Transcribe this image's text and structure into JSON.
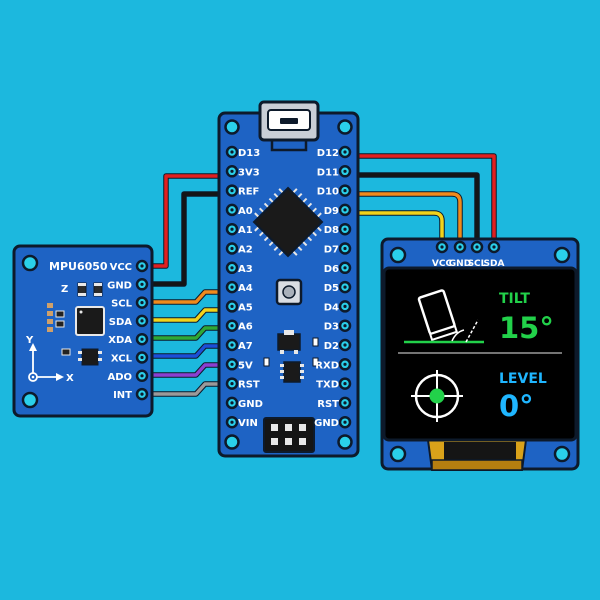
{
  "colors": {
    "background": "#1cb8de",
    "pcb": "#1e63c4",
    "pcb_outline": "#0d1a2b",
    "wire_red": "#e02020",
    "wire_black": "#151515",
    "wire_orange": "#f08a1c",
    "wire_yellow": "#f2d31b",
    "wire_green": "#2fa836",
    "wire_blue": "#1c4fd8",
    "wire_purple": "#8b3fd1",
    "wire_gray": "#9a9a9a",
    "oled_green": "#22d14a",
    "oled_cyan": "#1fb6ff"
  },
  "arduino": {
    "left_pins": [
      "D13",
      "3V3",
      "REF",
      "A0",
      "A1",
      "A2",
      "A3",
      "A4",
      "A5",
      "A6",
      "A7",
      "5V",
      "RST",
      "GND",
      "VIN"
    ],
    "right_pins": [
      "D12",
      "D11",
      "D10",
      "D9",
      "D8",
      "D7",
      "D6",
      "D5",
      "D4",
      "D3",
      "D2",
      "RXD",
      "TXD",
      "RST",
      "GND"
    ]
  },
  "mpu": {
    "title": "MPU6050",
    "pins": [
      "VCC",
      "GND",
      "SCL",
      "SDA",
      "XDA",
      "XCL",
      "ADO",
      "INT"
    ],
    "axis_x": "X",
    "axis_y": "Y",
    "axis_z": "Z"
  },
  "oled": {
    "pins": [
      "VCC",
      "GND",
      "SCL",
      "SDA"
    ],
    "tilt_label": "TILT",
    "tilt_value": "15°",
    "level_label": "LEVEL",
    "level_value": "0°"
  }
}
